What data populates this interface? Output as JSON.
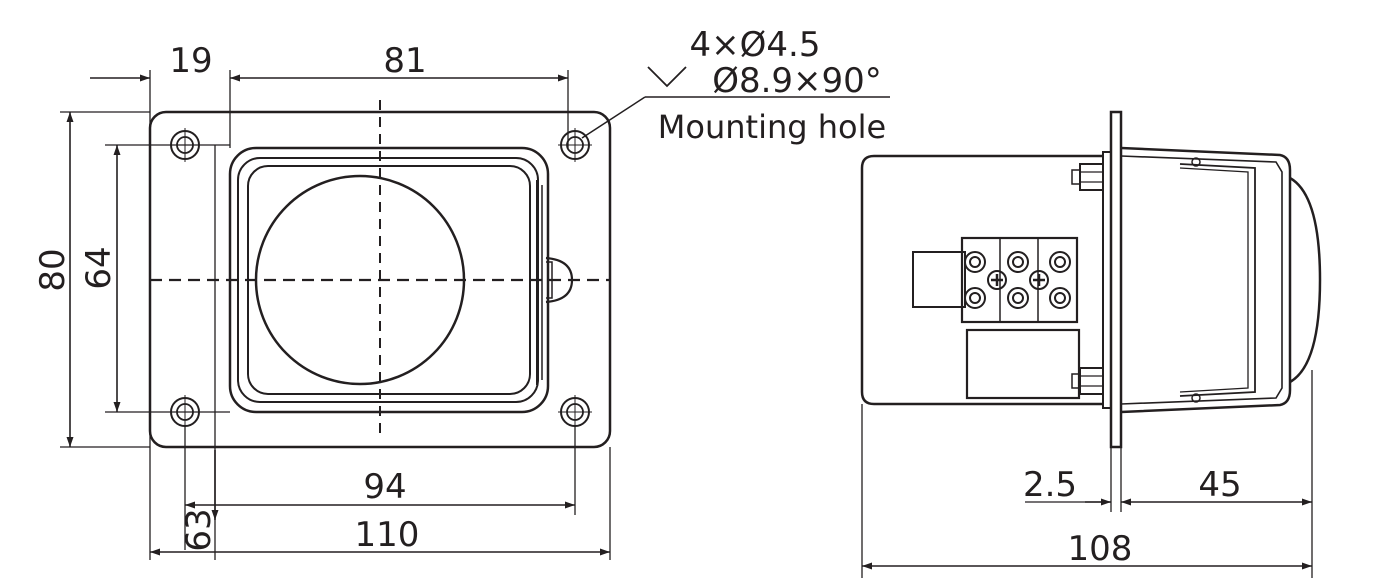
{
  "front_view": {
    "dim_top_left": "19",
    "dim_top_main": "81",
    "dim_height_outer": "80",
    "dim_height_inner": "64",
    "dim_hole_spacing": "94",
    "dim_width_outer": "110",
    "dim_small": "63"
  },
  "callout": {
    "line1": "4×Ø4.5",
    "line2": "Ø8.9×90°",
    "line3": "Mounting hole"
  },
  "side_view": {
    "dim_thickness": "2.5",
    "dim_depth_front": "45",
    "dim_total": "108"
  },
  "colors": {
    "ink": "#231f20",
    "background": "#ffffff"
  }
}
